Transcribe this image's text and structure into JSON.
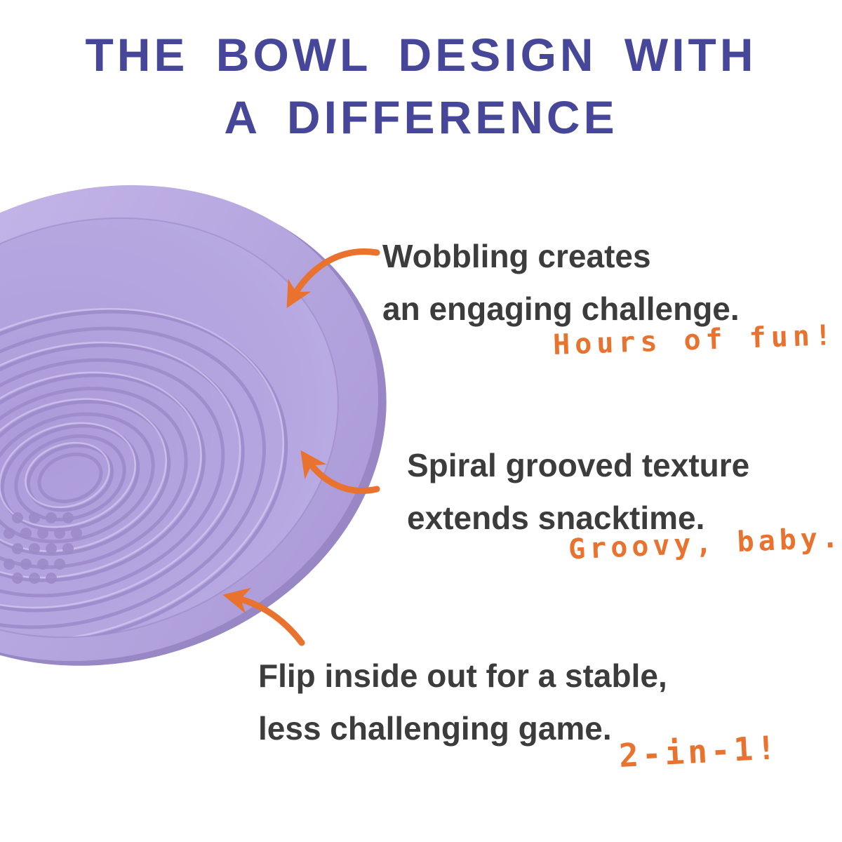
{
  "title": {
    "line1": "THE BOWL DESIGN WITH",
    "line2": "A DIFFERENCE"
  },
  "features": [
    {
      "line1": "Wobbling creates",
      "line2": "an engaging challenge.",
      "note": "Hours of fun!"
    },
    {
      "line1": "Spiral grooved texture",
      "line2": "extends snacktime.",
      "note": "Groovy, baby."
    },
    {
      "line1": "Flip inside out for a stable,",
      "line2": "less challenging game.",
      "note": "2-in-1!"
    }
  ],
  "images": {
    "bowl": "lavender-spiral-groove-wobble-bowl"
  },
  "icons": {
    "arrow1": "curved-arrow-icon",
    "arrow2": "curved-arrow-icon",
    "arrow3": "curved-arrow-icon"
  },
  "colors": {
    "background": "#ffffff",
    "title_purple": "#47479a",
    "body_text": "#3c3c3c",
    "accent_orange": "#e8722e",
    "bowl_lavender": "#b7a8e0",
    "bowl_groove": "#9c8aca"
  }
}
